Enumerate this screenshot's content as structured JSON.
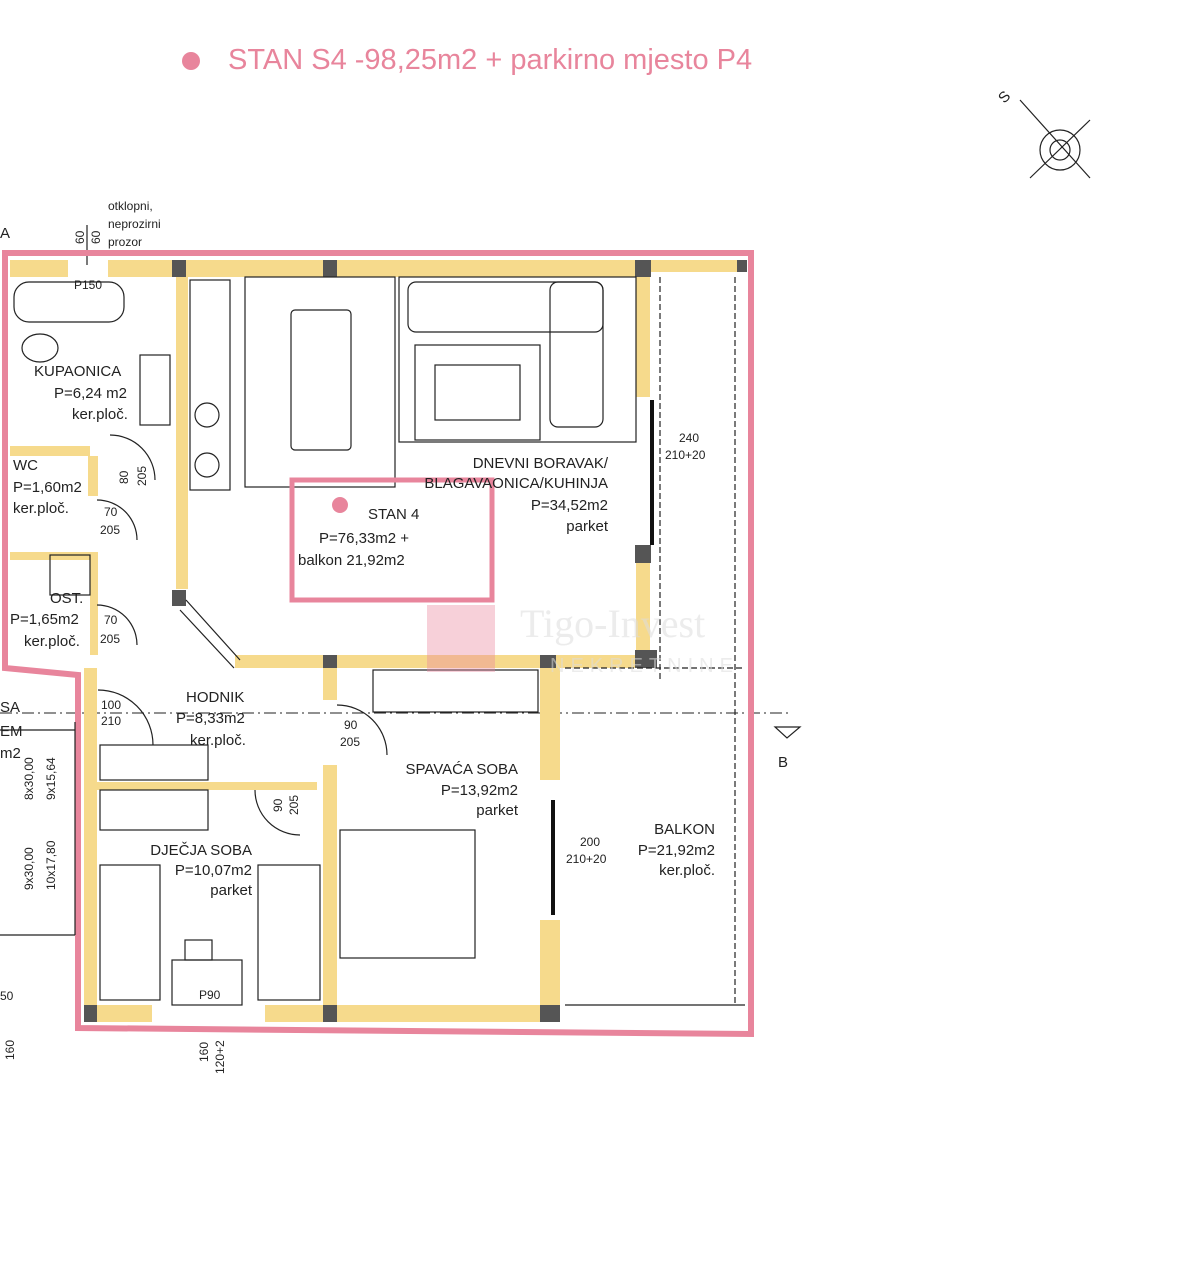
{
  "header": {
    "title": "STAN S4 -98,25m2 + parkirno mjesto P4",
    "accent_color": "#e8859c"
  },
  "compass": {
    "label": "S"
  },
  "section_marks": {
    "a": "A",
    "b": "B"
  },
  "window_note": {
    "line1": "otklopni,",
    "line2": "neprozirni",
    "line3": "prozor",
    "dim_a": "60",
    "dim_b": "60"
  },
  "rooms": {
    "kupaonica": {
      "name": "KUPAONICA",
      "area": "P=6,24 m2",
      "floor": "ker.ploč."
    },
    "wc": {
      "name": "WC",
      "area": "P=1,60m2",
      "floor": "ker.ploč."
    },
    "ost": {
      "name": "OST.",
      "area": "P=1,65m2",
      "floor": "ker.ploč."
    },
    "dnevni": {
      "name1": "DNEVNI BORAVAK/",
      "name2": "BLAGAVAONICA/KUHINJA",
      "area": "P=34,52m2",
      "floor": "parket"
    },
    "hodnik": {
      "name": "HODNIK",
      "area": "P=8,33m2",
      "floor": "ker.ploč."
    },
    "spavaca": {
      "name": "SPAVAĆA SOBA",
      "area": "P=13,92m2",
      "floor": "parket"
    },
    "djecja": {
      "name": "DJEČJA SOBA",
      "area": "P=10,07m2",
      "floor": "parket"
    },
    "balkon": {
      "name": "BALKON",
      "area": "P=21,92m2",
      "floor": "ker.ploč."
    }
  },
  "summary_box": {
    "title": "STAN 4",
    "area": "P=76,33m2 +",
    "balcony": "balkon 21,92m2",
    "color": "#e8859c"
  },
  "dimensions": {
    "bath_tub": "P150",
    "d1": {
      "w": "80",
      "h": "205"
    },
    "d2": {
      "w": "70",
      "h": "205"
    },
    "d3": {
      "w": "70",
      "h": "205"
    },
    "d4": {
      "w": "100",
      "h": "210"
    },
    "d5": {
      "w": "90",
      "h": "205"
    },
    "d6": {
      "w": "90",
      "h": "205"
    },
    "w1": {
      "w": "240",
      "h": "210+20"
    },
    "w2": {
      "w": "200",
      "h": "210+20"
    },
    "w3": {
      "w": "160",
      "h": "120+2"
    },
    "w4": "160",
    "desk": "P90",
    "left_50": "50"
  },
  "neighbor": {
    "l1": "SA",
    "l2": "EM",
    "l3": "m2",
    "stair1": "8x30,00",
    "stair2": "9x15,64",
    "stair3": "9x30,00",
    "stair4": "10x17,80"
  },
  "watermark": {
    "brand": "Tigo-Invest",
    "sub": "NEKRETNINE"
  },
  "colors": {
    "wall": "#f6da8c",
    "outline": "#e8859c"
  }
}
